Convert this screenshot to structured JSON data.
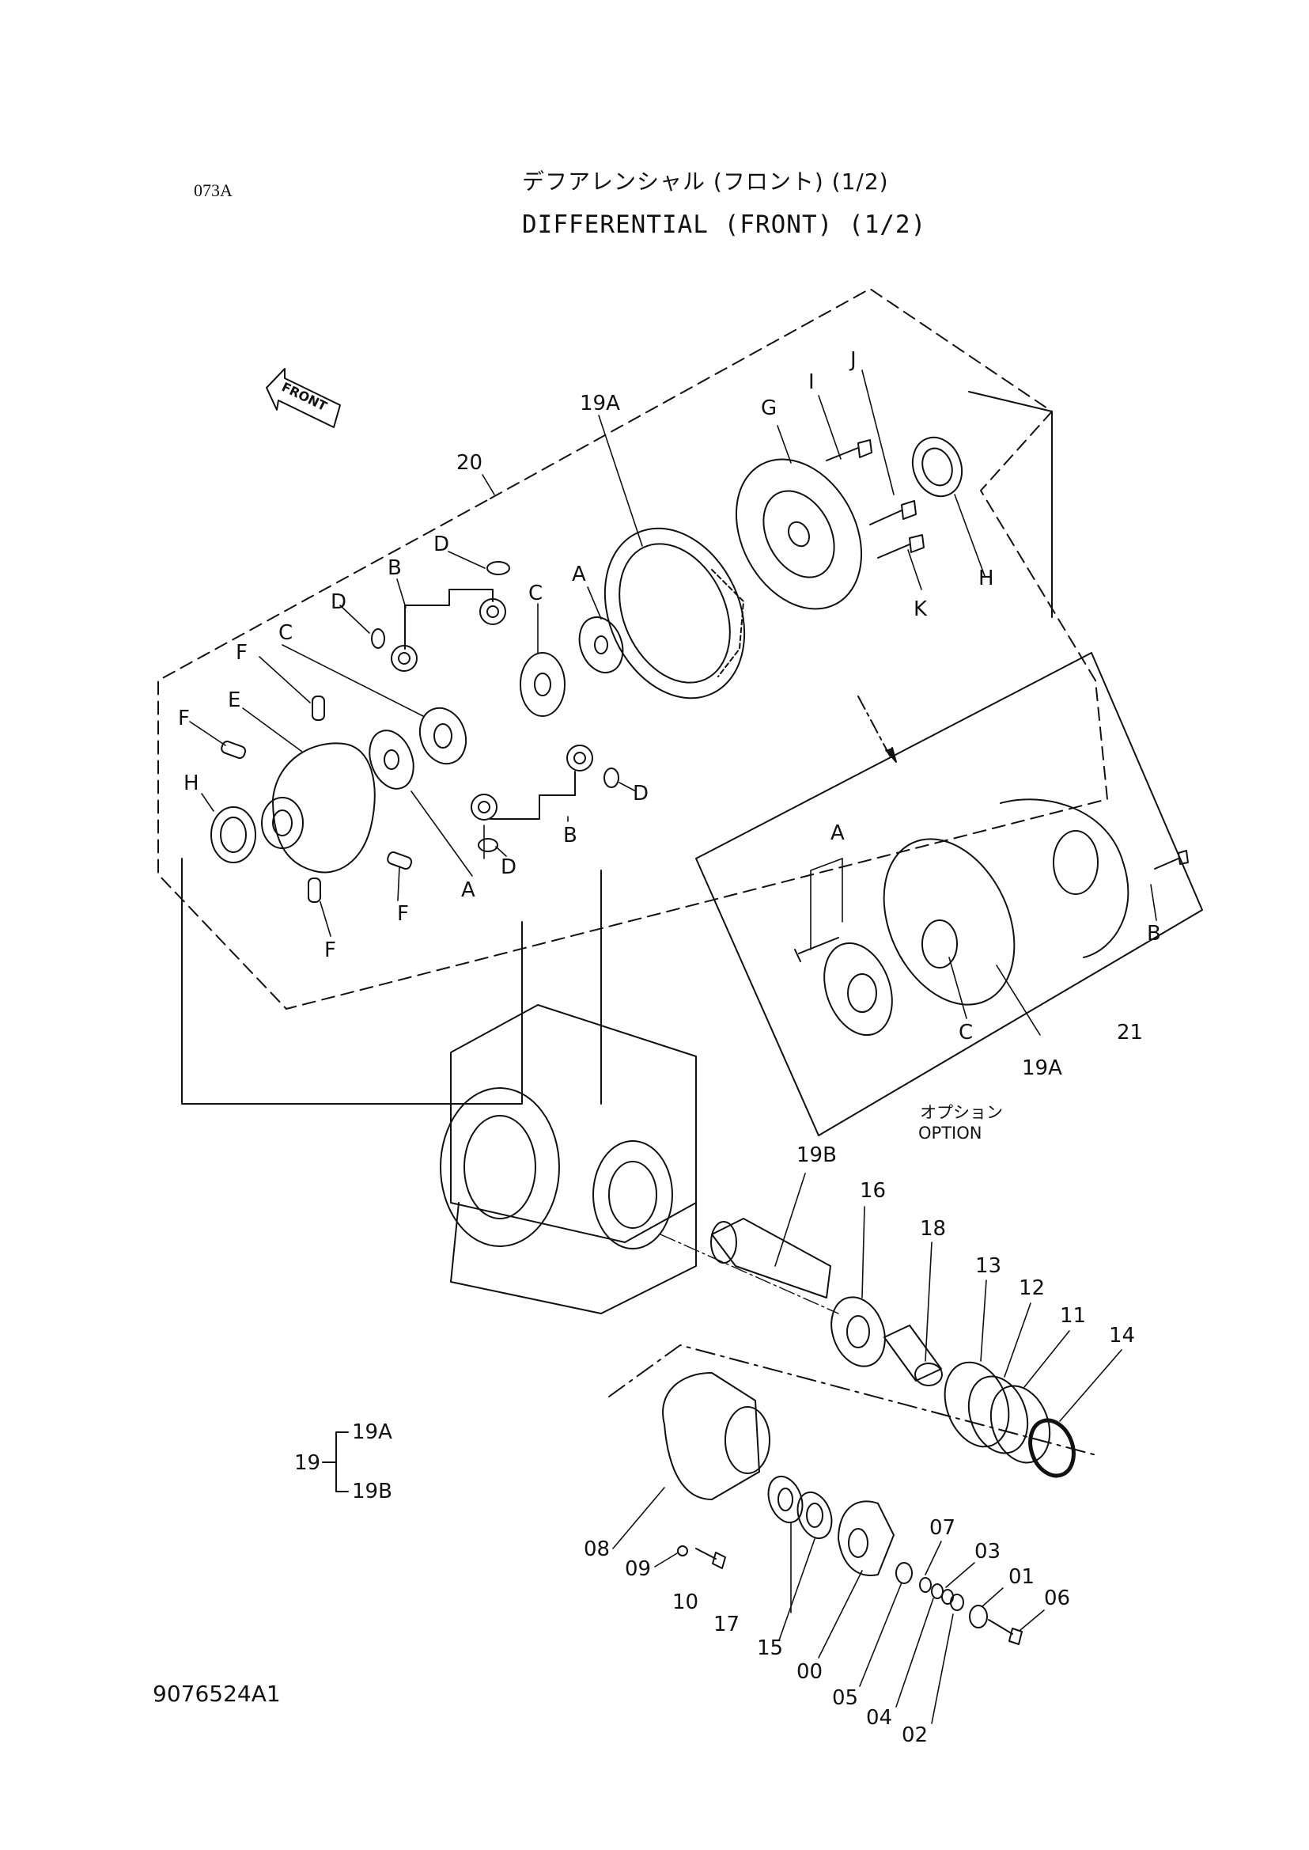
{
  "header": {
    "page_code": "073A",
    "title_jp": "デフアレンシャル (フロント) (1/2)",
    "title_en": "DIFFERENTIAL (FRONT) (1/2)"
  },
  "front_arrow": {
    "text": "FRONT"
  },
  "option": {
    "jp": "オプション",
    "en": "OPTION"
  },
  "group_legend": {
    "parent": "19",
    "children": [
      "19A",
      "19B"
    ]
  },
  "footer": {
    "drawing_number": "9076524A1"
  },
  "callouts": {
    "c20": "20",
    "c19A_top": "19A",
    "c19A_opt": "19A",
    "c21": "21",
    "c19B": "19B",
    "G": "G",
    "I": "I",
    "J": "J",
    "K": "K",
    "H_top": "H",
    "H_left": "H",
    "D1": "D",
    "D2": "D",
    "D3": "D",
    "D4": "D",
    "B1": "B",
    "B2": "B",
    "B3": "B",
    "C1": "C",
    "C2": "C",
    "C3": "C",
    "A1": "A",
    "A2": "A",
    "A3": "A",
    "E": "E",
    "F1": "F",
    "F2": "F",
    "F3": "F",
    "F4": "F",
    "p16": "16",
    "p18": "18",
    "p13": "13",
    "p12": "12",
    "p11": "11",
    "p14": "14",
    "p08": "08",
    "p09": "09",
    "p10": "10",
    "p17": "17",
    "p15": "15",
    "p00": "00",
    "p05": "05",
    "p04": "04",
    "p02": "02",
    "p07": "07",
    "p03": "03",
    "p01": "01",
    "p06": "06"
  }
}
